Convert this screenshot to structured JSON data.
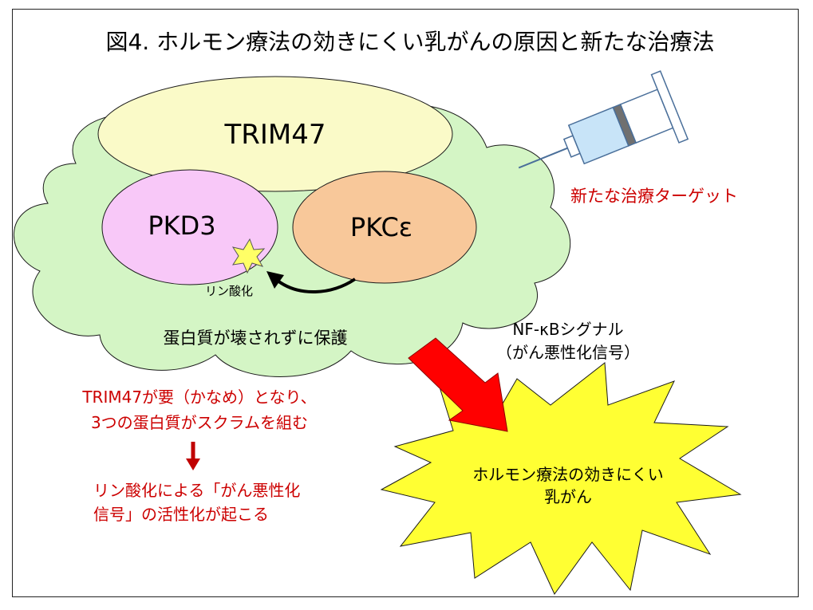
{
  "title": "図4. ホルモン療法の効きにくい乳がんの原因と新たな治療法",
  "proteins": {
    "trim47": "TRIM47",
    "pkd3": "PKD3",
    "pkce": "PKCε"
  },
  "labels": {
    "phosphorylation": "リン酸化",
    "protected": "蛋白質が壊されずに保護",
    "new_target": "新たな治療ターゲット",
    "signal_line1": "NF-κBシグナル",
    "signal_line2": "（がん悪性化信号）",
    "result_line1": "ホルモン療法の効きにくい",
    "result_line2": "乳がん"
  },
  "notes": {
    "line1": "TRIM47が要（かなめ）となり、",
    "line2": "3つの蛋白質がスクラムを組む",
    "line3": "リン酸化による「がん悪性化",
    "line4": "信号」の活性化が起こる"
  },
  "colors": {
    "cloud": "#d4f5c5",
    "trim47": "#fafac8",
    "pkd3": "#f8c8f8",
    "pkce": "#f8c89a",
    "star": "#ffff33",
    "arrow_red": "#ff0000",
    "note_text": "#cc0000",
    "down_arrow": "#c00000"
  }
}
